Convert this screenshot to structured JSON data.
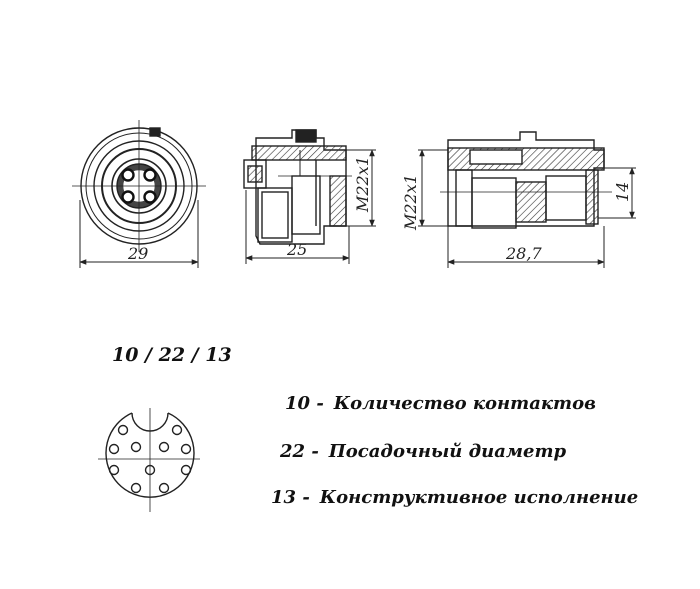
{
  "drawing": {
    "dimensions": {
      "front_width": "29",
      "side_length": "25",
      "side_thread": "M22x1",
      "section_thread": "M22x1",
      "section_length": "28,7",
      "section_height": "14"
    }
  },
  "designation": {
    "code": "10 / 22 / 13"
  },
  "legend": [
    {
      "number": "10 -",
      "text": "Количество контактов"
    },
    {
      "number": "22 -",
      "text": "Посадочный диаметр"
    },
    {
      "number": "13 -",
      "text": "Конструктивное исполнение"
    }
  ]
}
